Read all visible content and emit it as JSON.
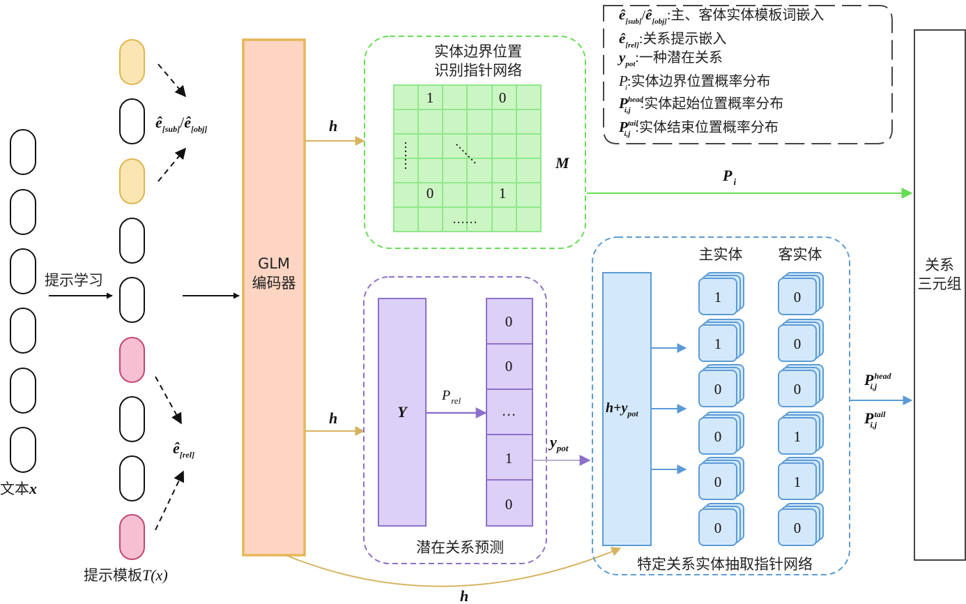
{
  "text_input": {
    "label_prefix": "文本",
    "label_var": "x",
    "token_count": 6
  },
  "prompt": {
    "arrow_label": "提示学习",
    "template_label_prefix": "提示模板",
    "template_label_var": "T(x)",
    "sub_obj_label": {
      "e": "ê",
      "sub": "[sub]",
      "sep": "/",
      "obj": "[obj]"
    },
    "rel_label": {
      "e": "ê",
      "sub": "[rel]"
    }
  },
  "encoder": {
    "line1": "GLM",
    "line2": "编码器"
  },
  "h_label": "h",
  "boundary_network": {
    "title_line1": "实体边界位置",
    "title_line2": "识别指针网络",
    "matrix_label": "M",
    "cells": {
      "r0c1": "1",
      "r0c4": "0",
      "r4c1": "0",
      "r4c4": "1",
      "bottom_dots": "……"
    }
  },
  "p_i": {
    "base": "P",
    "sub": "i"
  },
  "latent": {
    "title": "潜在关系预测",
    "y_label": "Y",
    "p_rel": {
      "base": "P",
      "sub": "rel"
    },
    "values": [
      "0",
      "0",
      "…",
      "1",
      "0"
    ],
    "y_pot": {
      "base": "y",
      "sub": "pot"
    }
  },
  "extraction": {
    "title": "特定关系实体抽取指针网络",
    "input_label": {
      "h": "h",
      "plus": "+",
      "y": "y",
      "sub": "pot"
    },
    "subject_header": "主实体",
    "object_header": "客实体",
    "subject_values": [
      "1",
      "1",
      "0",
      "0",
      "0",
      "0"
    ],
    "object_values": [
      "0",
      "0",
      "0",
      "1",
      "1",
      "0"
    ]
  },
  "output_labels": {
    "head": {
      "base": "P",
      "sub": "i,j",
      "sup": "head"
    },
    "tail": {
      "base": "P",
      "sub": "i,j",
      "sup": "tail"
    }
  },
  "triple": {
    "line1": "关系",
    "line2": "三元组"
  },
  "legend": {
    "item1": "主、客体实体模板词嵌入",
    "item2": "关系提示嵌入",
    "item3": "一种潜在关系",
    "item4": "实体边界位置概率分布",
    "item5": "实体起始位置概率分布",
    "item6": "实体结束位置概率分布"
  },
  "colors": {
    "token_yellow": "#fbe6b3",
    "token_pink": "#f6bfd2",
    "encoder_fill": "#fdd5c2",
    "encoder_stroke": "#e6b657",
    "grid_fill": "#ccf5c4",
    "grid_stroke": "#8ee88a",
    "green_arrow": "#66dd55",
    "purple_fill": "#ddd0f7",
    "purple_stroke": "#8d70c9",
    "blue_fill": "#d3e9fb",
    "blue_stroke": "#5b9bd5",
    "gold_arrow": "#d6b35e"
  }
}
